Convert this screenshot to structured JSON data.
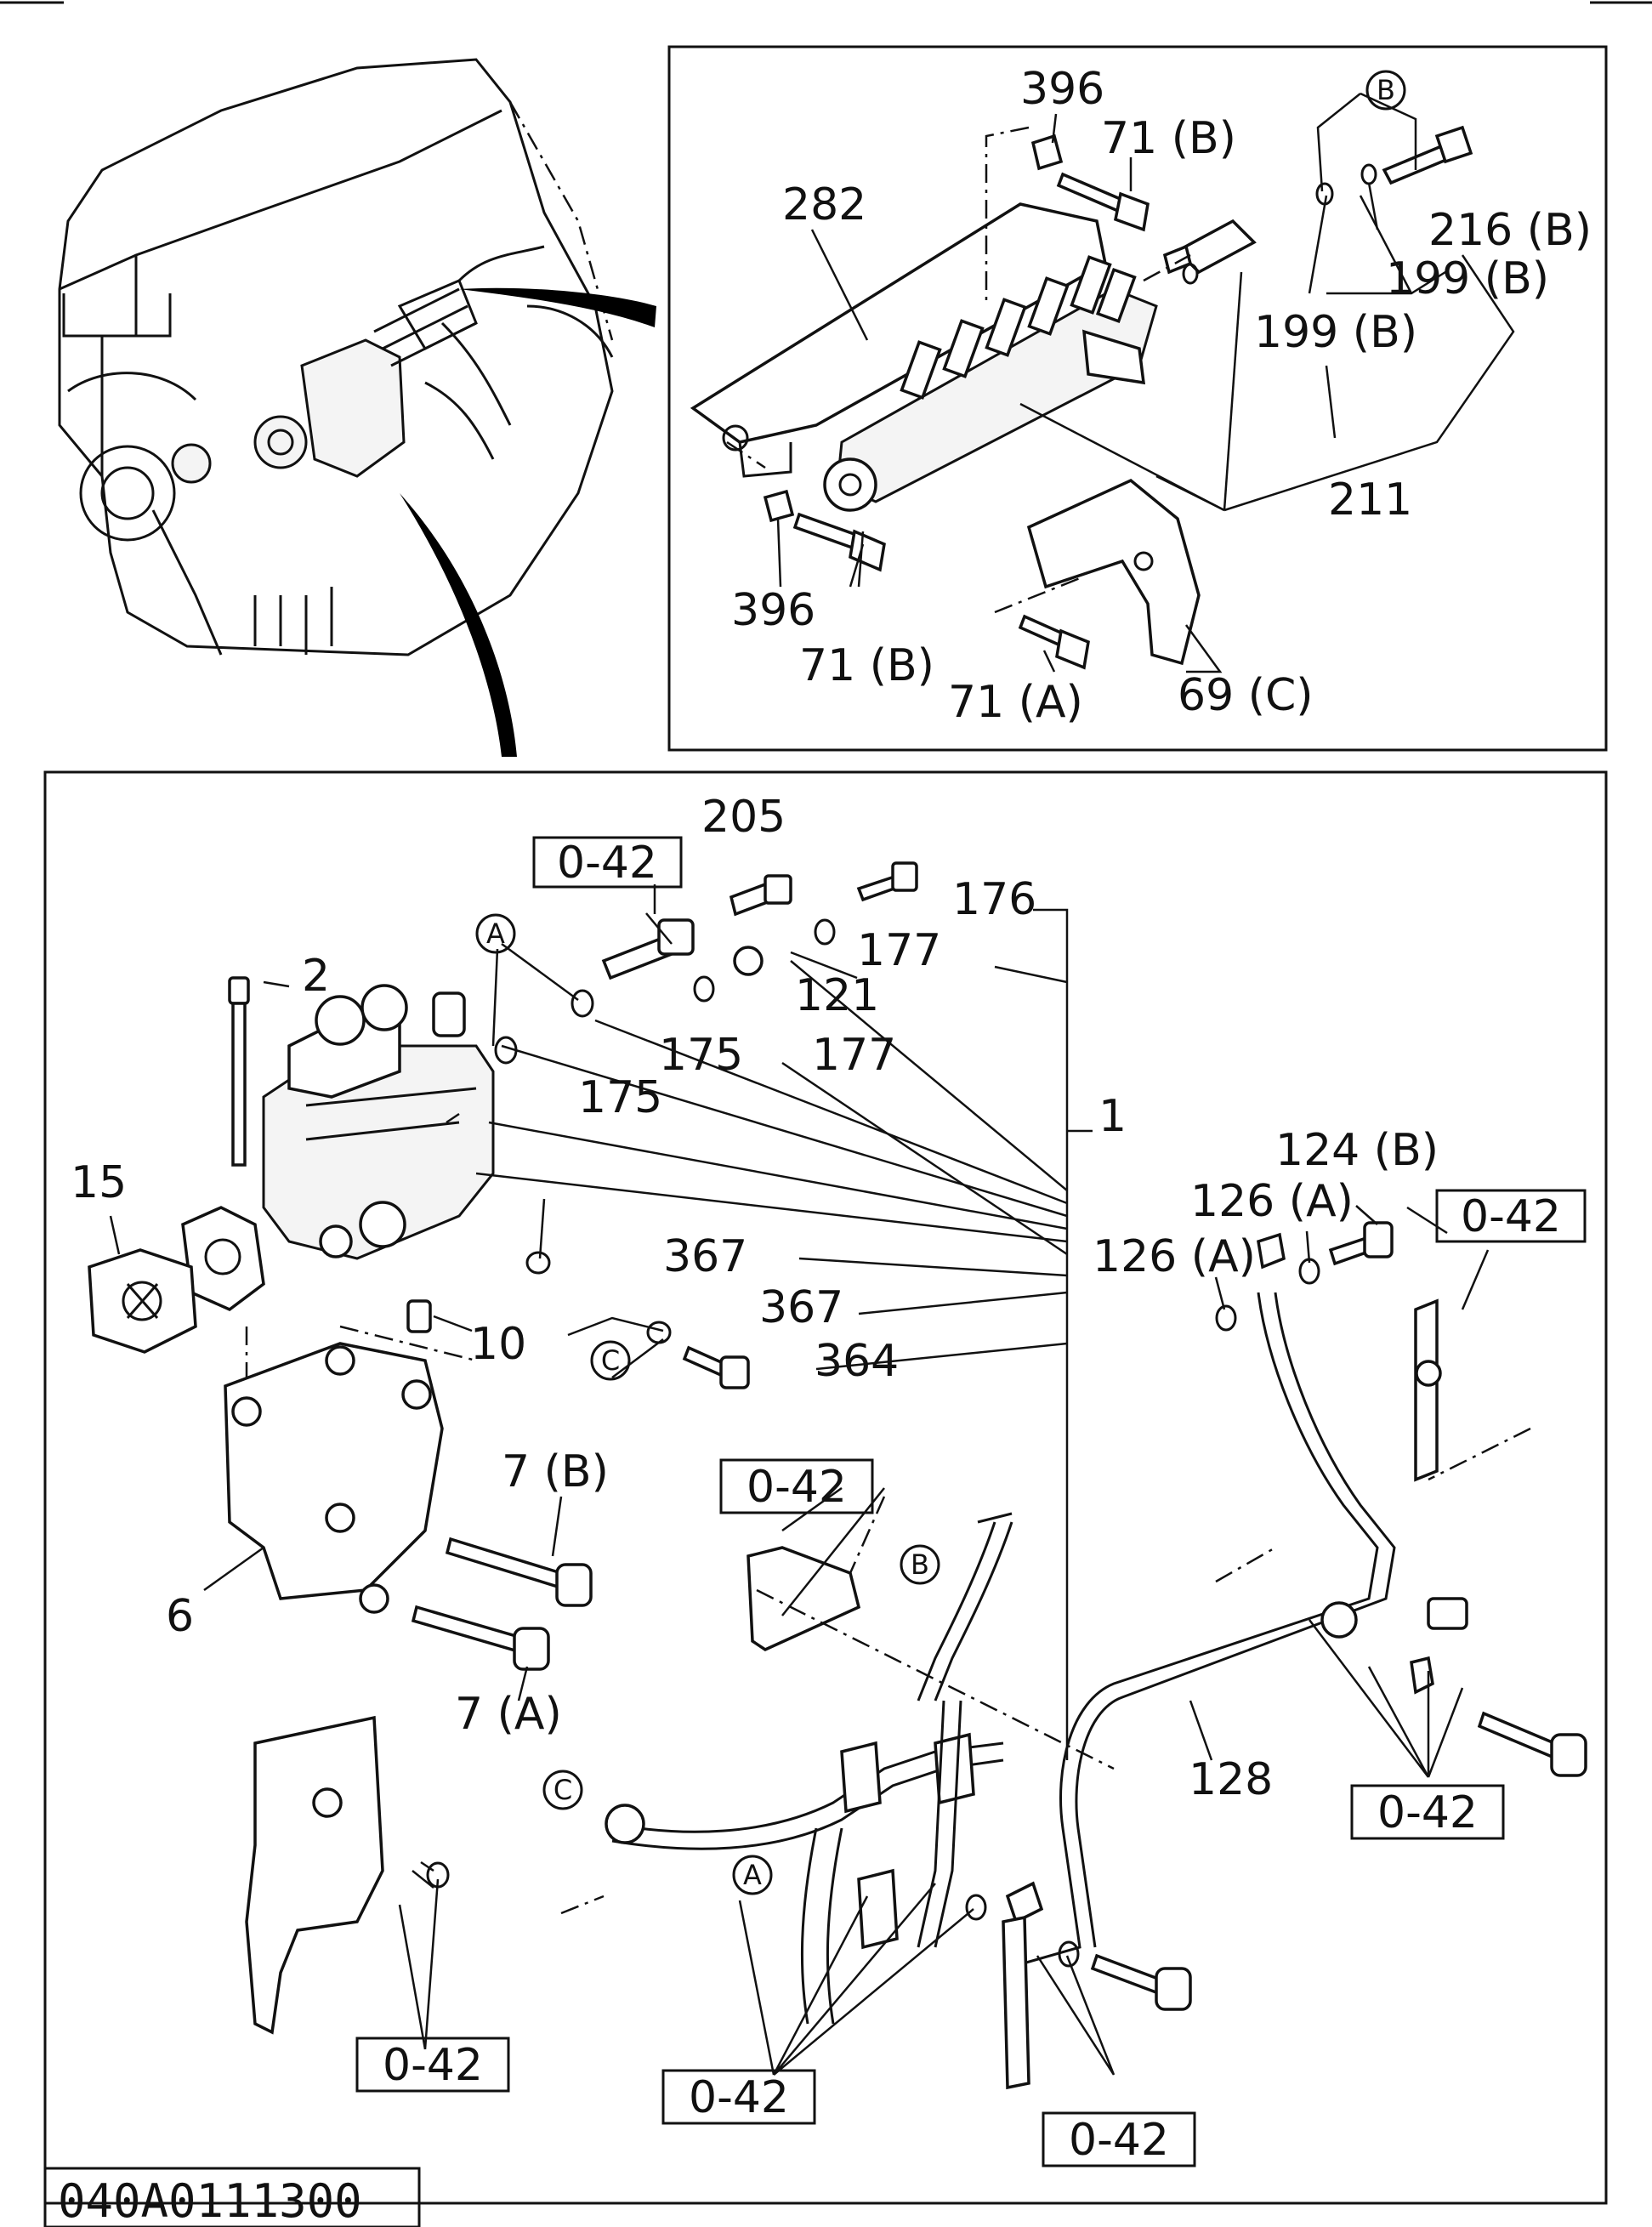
{
  "figure_ref": "040A0111300",
  "top_right_panel": {
    "callouts": [
      "396",
      "71 (B)",
      "282",
      "216 (B)",
      "199 (B)",
      "199 (B)",
      "211",
      "396",
      "71 (B)",
      "71 (A)",
      "69 (C)"
    ],
    "circle_letters": [
      "B"
    ]
  },
  "main_panel": {
    "callouts": [
      "205",
      "176",
      "177",
      "121",
      "177",
      "175",
      "175",
      "1",
      "2",
      "15",
      "367",
      "367",
      "364",
      "10",
      "124 (B)",
      "126 (A)",
      "126 (A)",
      "7 (B)",
      "6",
      "7 (A)",
      "128"
    ],
    "circle_letters": [
      "A",
      "C",
      "B",
      "C",
      "A"
    ],
    "ref_boxes": [
      "0-42",
      "0-42",
      "0-42",
      "0-42",
      "0-42",
      "0-42",
      "0-42"
    ]
  }
}
